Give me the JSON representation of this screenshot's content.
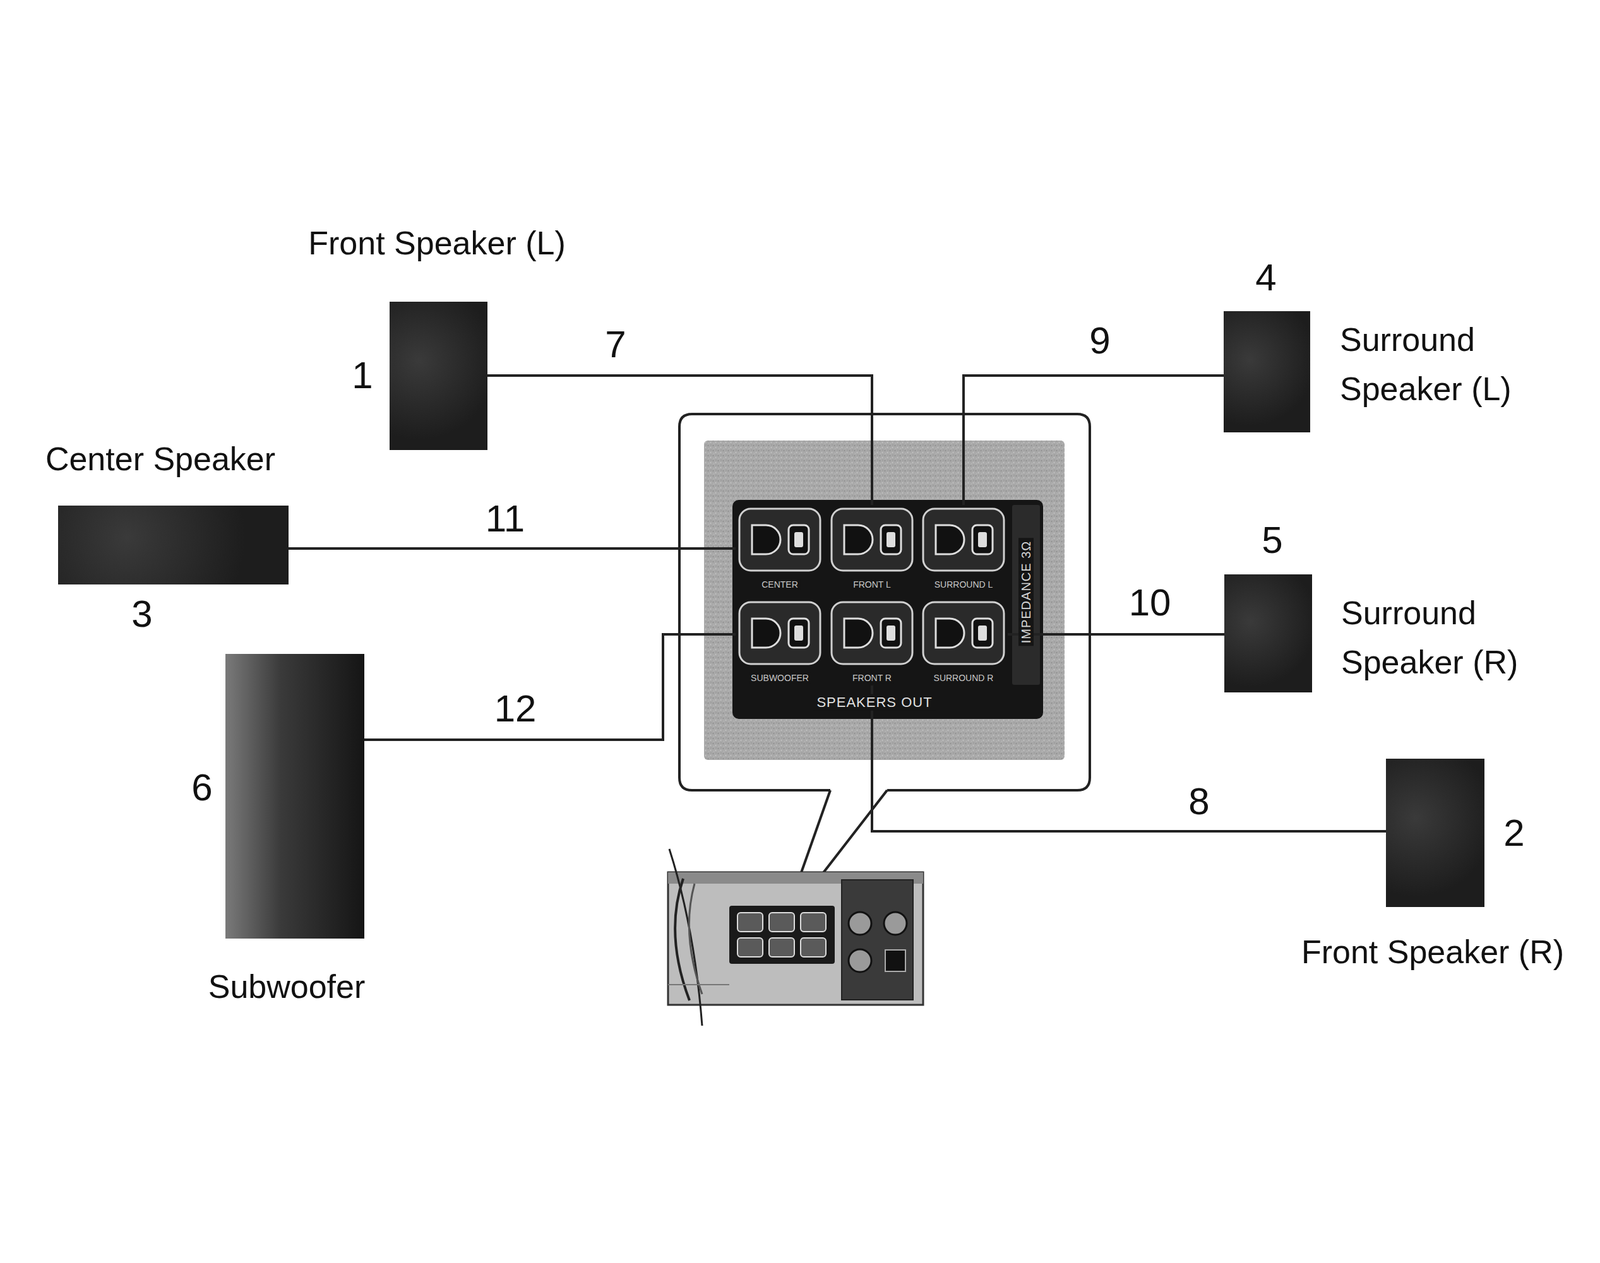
{
  "diagram": {
    "nodes": [
      {
        "text": [
          "Front Speaker (L)"
        ]
      },
      {
        "text": [
          "Surround Speaker (L)"
        ]
      },
      {
        "text": [
          "Center Speaker"
        ]
      },
      {
        "text": [
          "IMPEDANCE 3Ω",
          "SPEAKERS OUT"
        ]
      },
      {
        "text": [
          "CENTER"
        ],
        "in": 3
      },
      {
        "text": [
          "FRONT L"
        ],
        "in": 3
      },
      {
        "text": [
          "SURROUND L"
        ],
        "in": 3
      },
      {
        "text": [
          "SUBWOOFER"
        ],
        "in": 3
      },
      {
        "text": [
          "FRONT R"
        ],
        "in": 3
      },
      {
        "text": [
          "SURROUND R"
        ],
        "in": 3
      },
      {
        "text": [
          "Surround Speaker (R)"
        ]
      },
      {
        "text": [
          "Subwoofer"
        ]
      },
      {
        "text": [
          "Front Speaker (R)"
        ]
      }
    ],
    "edges": [
      {
        "from": 0,
        "to": 5,
        "arrow": "none",
        "label": "7"
      },
      {
        "from": 12,
        "to": 8,
        "arrow": "none",
        "label": "8"
      },
      {
        "from": 1,
        "to": 6,
        "arrow": "none",
        "label": "9"
      },
      {
        "from": 10,
        "to": 9,
        "arrow": "none",
        "label": "10"
      },
      {
        "from": 2,
        "to": 4,
        "arrow": "none",
        "label": "11"
      },
      {
        "from": 11,
        "to": 7,
        "arrow": "none",
        "label": "12"
      }
    ],
    "labels": [
      "1",
      "2",
      "3",
      "4",
      "5",
      "6"
    ]
  }
}
